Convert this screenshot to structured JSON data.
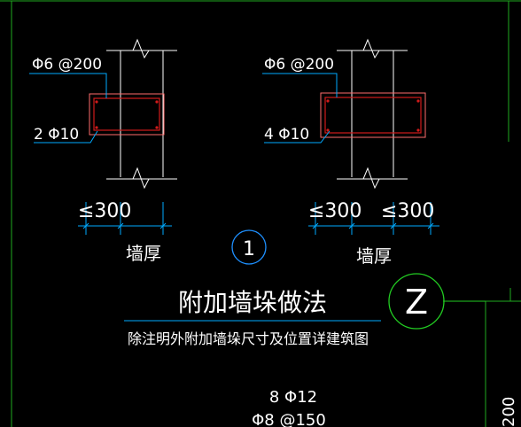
{
  "colors": {
    "background": "#000000",
    "frame": "#1faa1f",
    "wall": "#ffffff",
    "leader": "#00aaff",
    "concrete": "#ff6b6b",
    "rebar": "#d11a1a",
    "text": "#ffffff",
    "circle_blue": "#1e90ff",
    "circle_green": "#22cc22"
  },
  "detail_left": {
    "stirrup_label": "Φ6 @200",
    "bar_label": "2 Φ10",
    "dim_label": "≤300",
    "wall_label": "墙厚"
  },
  "detail_right": {
    "stirrup_label": "Φ6 @200",
    "bar_label": "4 Φ10",
    "dim_left_label": "≤300",
    "dim_right_label": "≤300",
    "wall_label": "墙厚"
  },
  "detail_number": "1",
  "title": "附加墙垛做法",
  "note": "除注明外附加墙垛尺寸及位置详建筑图",
  "bottom": {
    "line1": "8 Φ12",
    "line2": "Φ8 @150"
  },
  "side_partial_text": "200",
  "north_symbol": "Z"
}
